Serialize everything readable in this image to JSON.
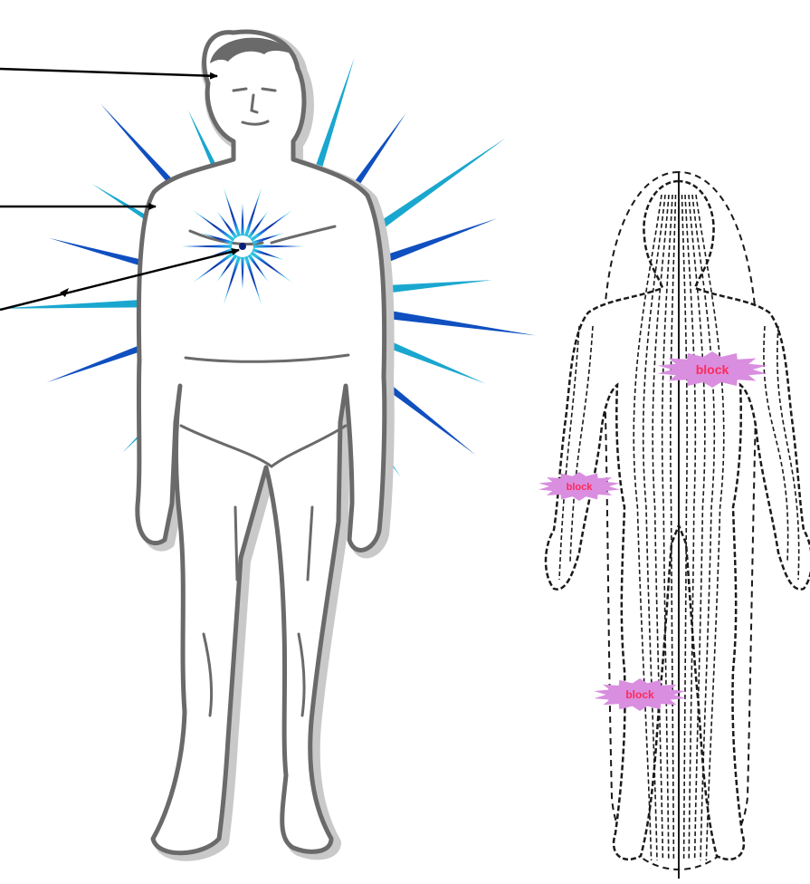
{
  "colors": {
    "burst_light": "#1aa7cf",
    "burst_dark": "#0f4fc0",
    "figure_outline": "#6a6a6a",
    "figure_halo": "#c9c9c9",
    "arrow": "#000000",
    "block_fill": "#d98ee0",
    "block_text": "#ff2a5a",
    "meridian_line": "#1a1a1a"
  },
  "blocks": [
    {
      "label": "block"
    },
    {
      "label": "block"
    },
    {
      "label": "block"
    }
  ],
  "icons": [
    "energy-burst-icon",
    "heart-burst-icon",
    "arrow-icon"
  ]
}
